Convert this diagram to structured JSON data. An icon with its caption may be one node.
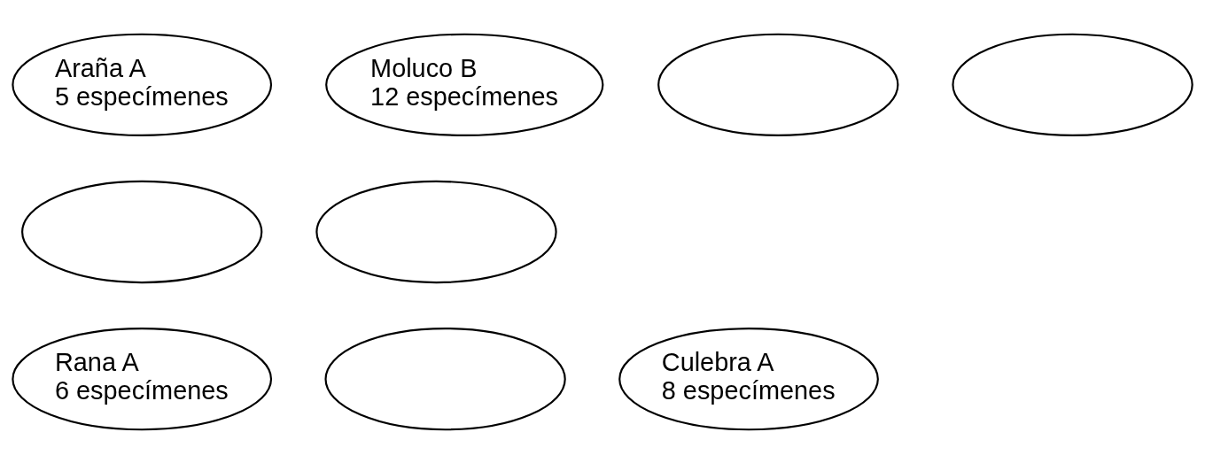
{
  "diagram": {
    "nodes": [
      {
        "text": [
          "Araña A",
          "5 especímenes"
        ]
      },
      {
        "text": [
          "Moluco B",
          "12 especímenes"
        ]
      },
      {
        "text": [],
        "shape": "ellipse"
      },
      {
        "text": [],
        "shape": "ellipse"
      },
      {
        "text": [],
        "shape": "ellipse"
      },
      {
        "text": [],
        "shape": "ellipse"
      },
      {
        "text": [
          "Rana A",
          "6 especímenes"
        ]
      },
      {
        "text": [],
        "shape": "ellipse"
      },
      {
        "text": [
          "Culebra A",
          "8 especímenes"
        ]
      }
    ]
  }
}
